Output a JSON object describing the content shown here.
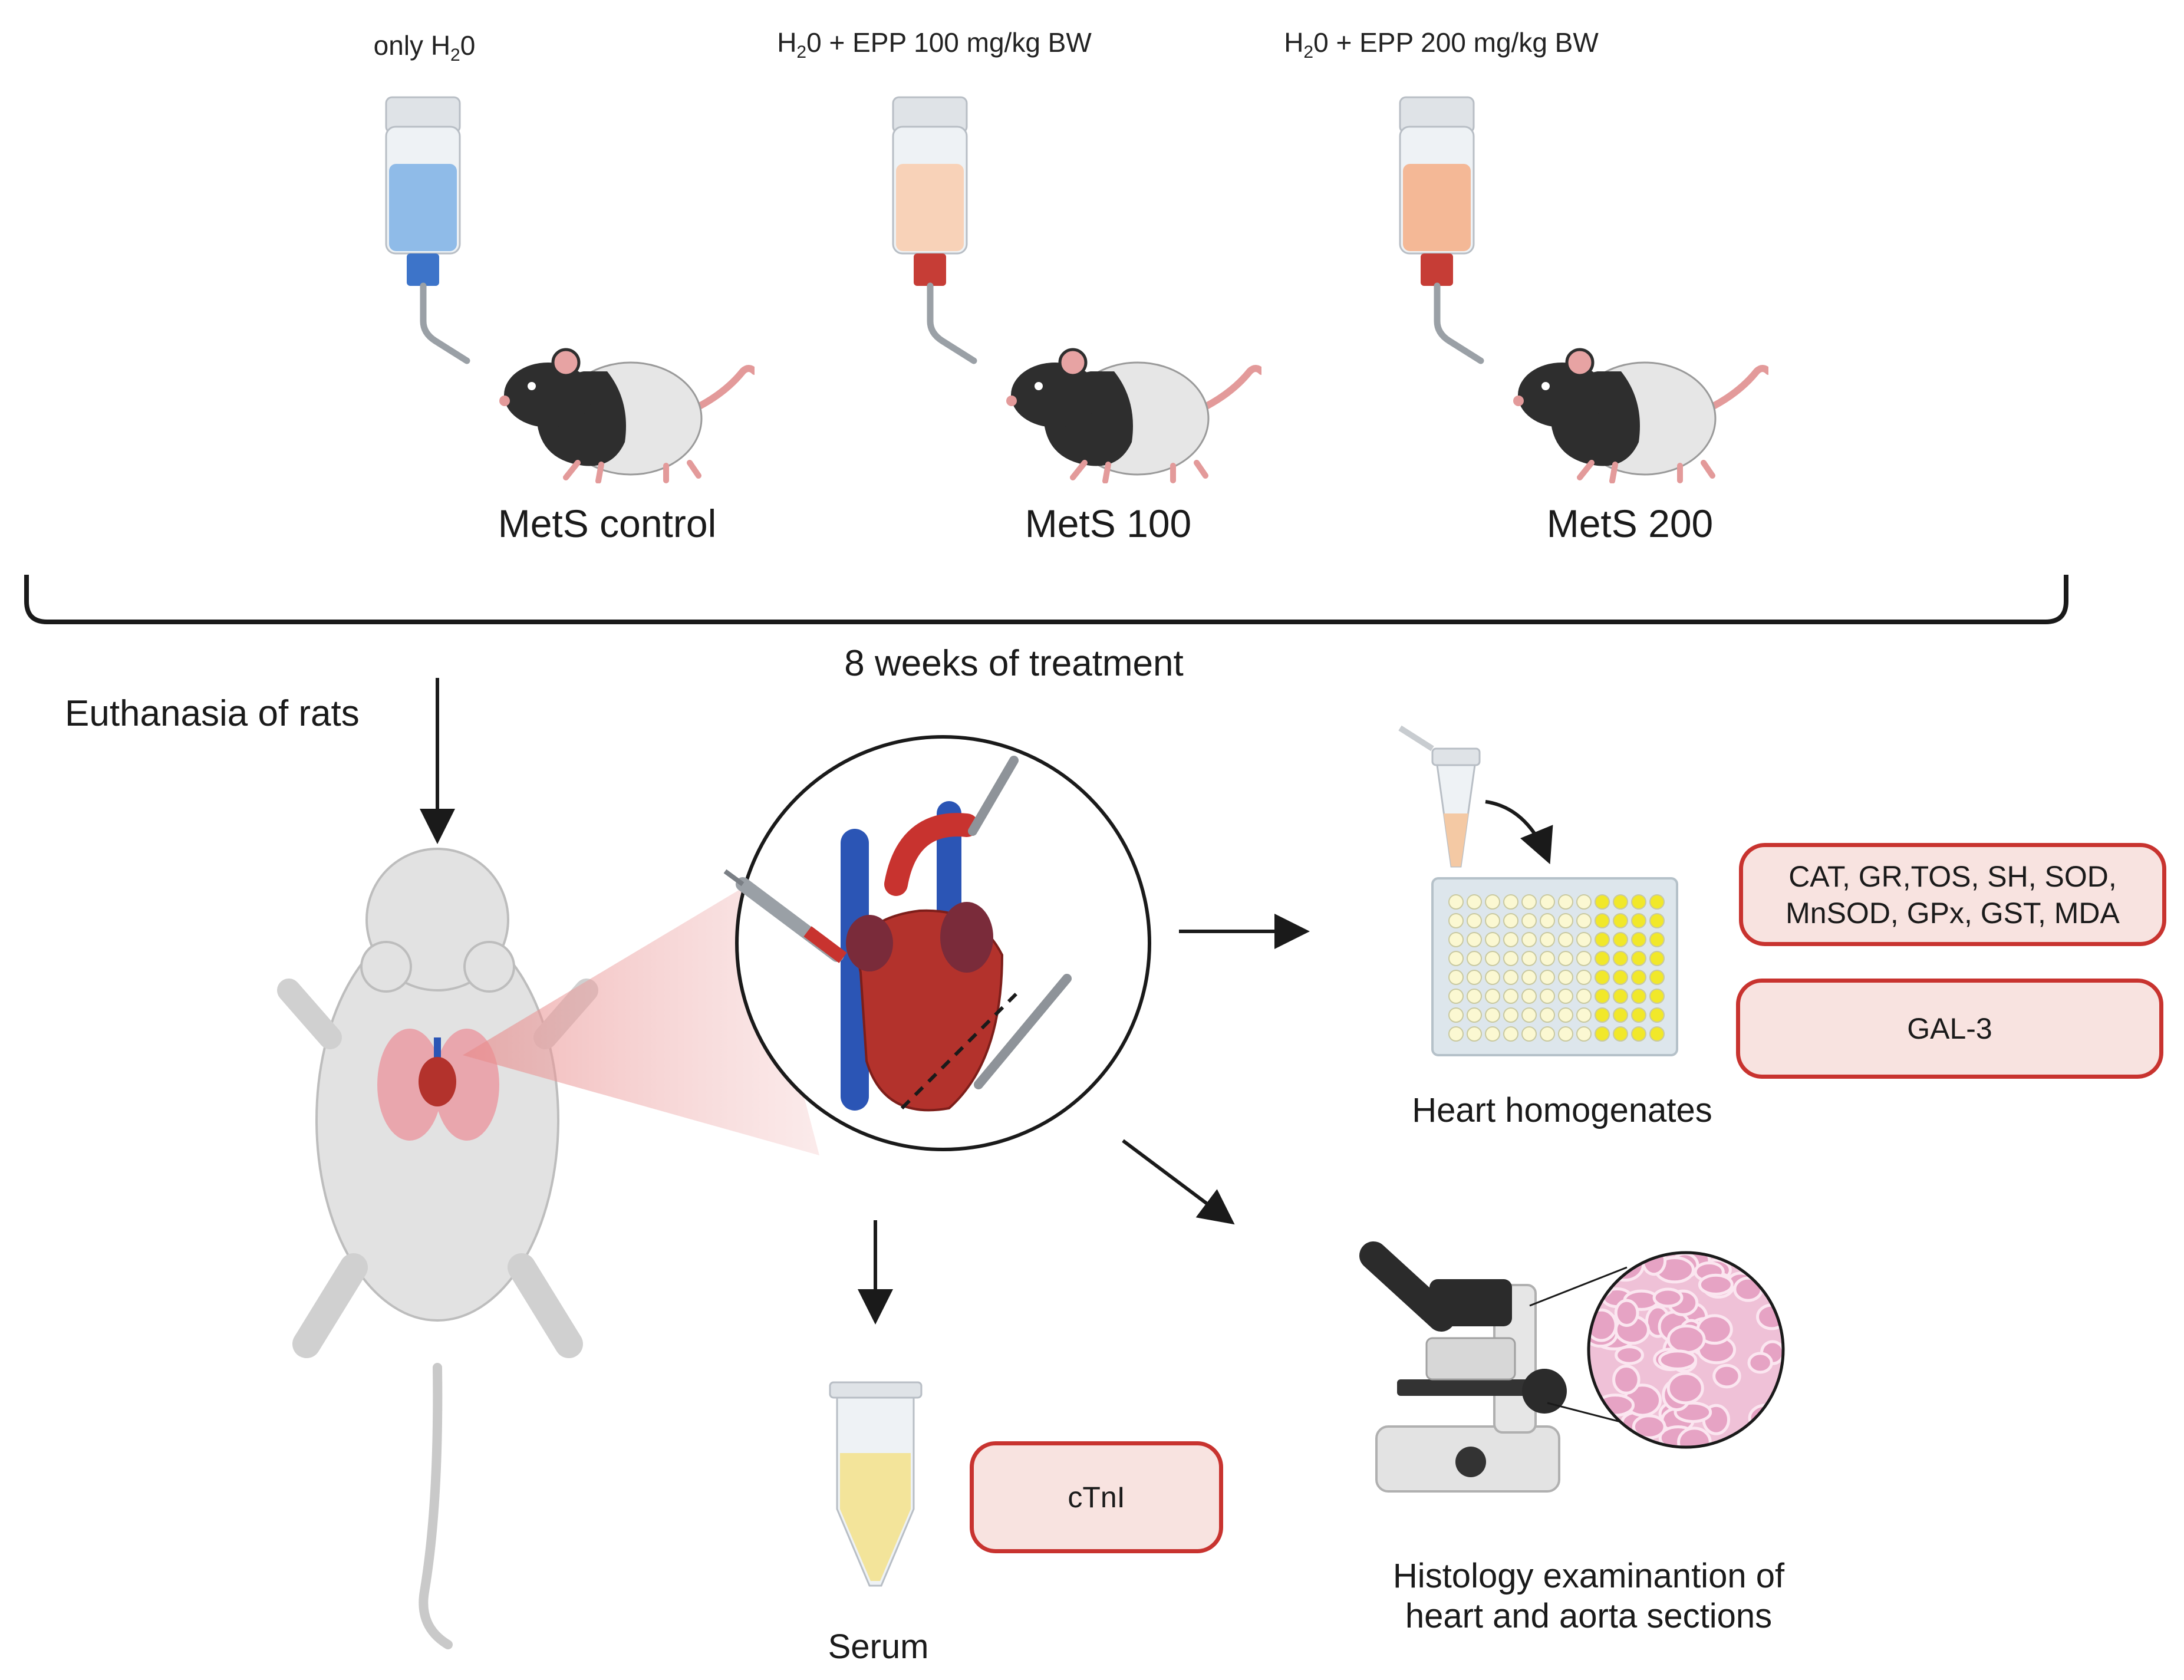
{
  "groups": [
    {
      "drink_prefix": "only H",
      "drink_sub": "2",
      "drink_suffix": "0",
      "label": "MetS control",
      "liquid_color": "#8fbbe8",
      "cap_color": "#3d74c9"
    },
    {
      "drink_prefix": "H",
      "drink_sub": "2",
      "drink_suffix": "0 + EPP 100 mg/kg BW",
      "label": "MetS 100",
      "liquid_color": "#f8d2b8",
      "cap_color": "#c63d36"
    },
    {
      "drink_prefix": "H",
      "drink_sub": "2",
      "drink_suffix": "0 + EPP 200 mg/kg BW",
      "label": "MetS 200",
      "liquid_color": "#f4b896",
      "cap_color": "#c63d36"
    }
  ],
  "treatment_label": "8 weeks of treatment",
  "euthanasia_label": "Euthanasia of rats",
  "heart_homogenates": {
    "caption": "Heart homogenates",
    "markers_line1": "CAT, GR,TOS, SH, SOD,",
    "markers_line2": "MnSOD, GPx, GST, MDA",
    "marker_gal3": "GAL-3"
  },
  "serum": {
    "caption": "Serum",
    "marker": "cTnI"
  },
  "histology": {
    "caption_line1": "Histology examinantion of",
    "caption_line2": "heart and aorta sections"
  },
  "colors": {
    "box_border": "#c8332f",
    "box_fill": "#f8e3e0",
    "arrow": "#1a1a1a",
    "heart": "#b3322c",
    "vein": "#2b55b5",
    "plate_well": "#f1e82a"
  }
}
